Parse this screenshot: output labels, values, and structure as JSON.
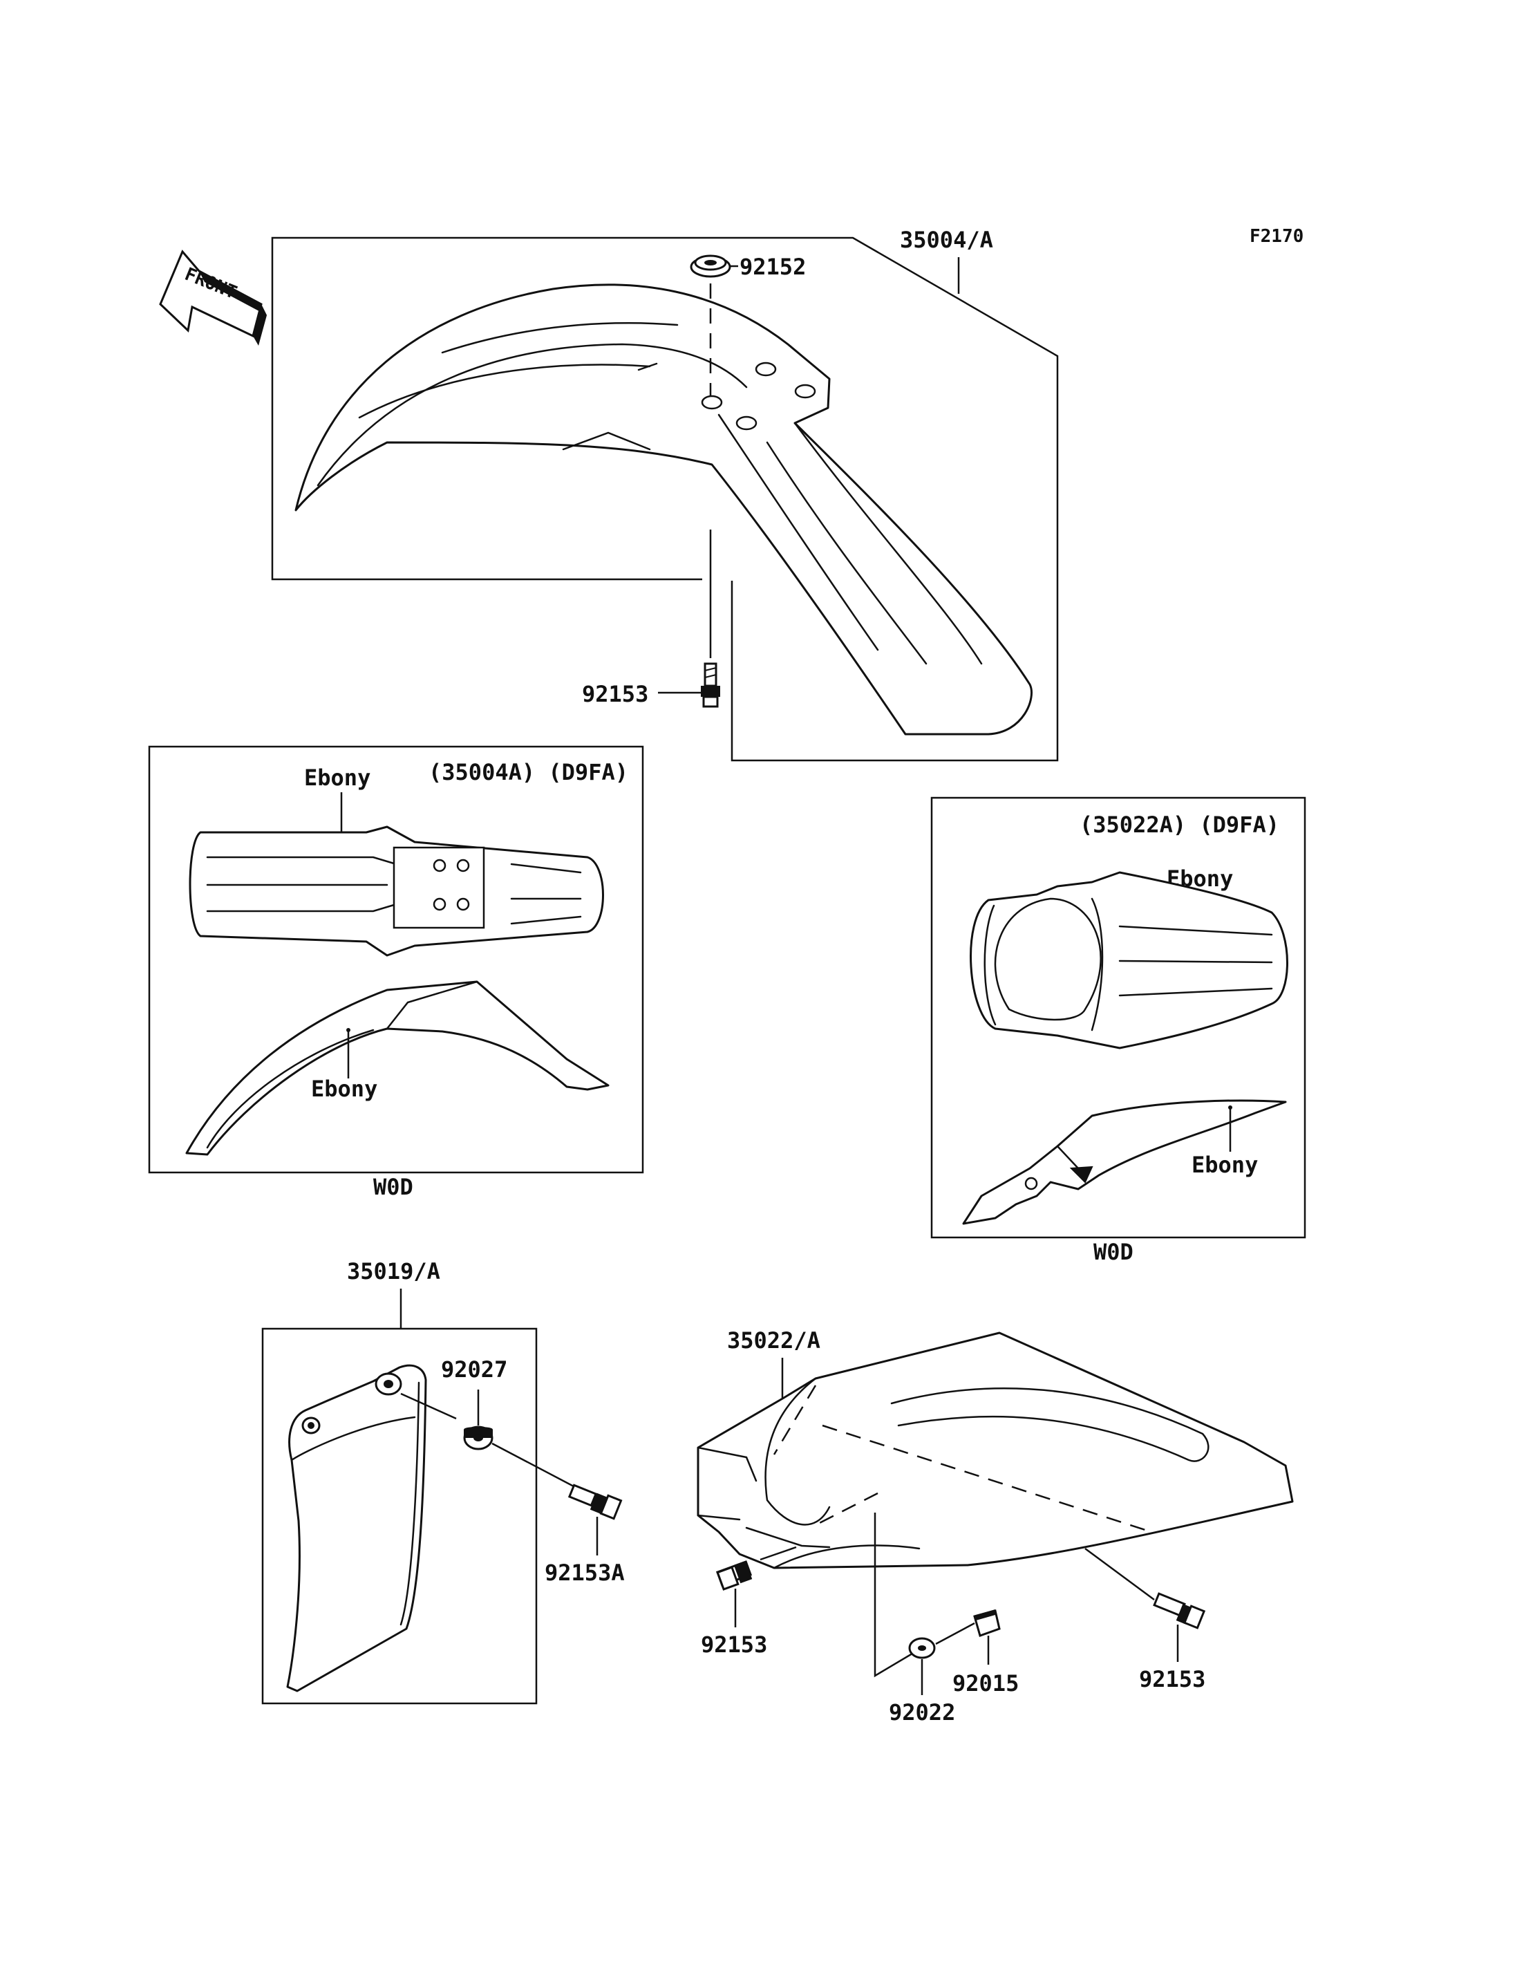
{
  "figure_code": "F2170",
  "front_arrow_label": "FRONT",
  "labels": {
    "front_fender_assembly": "35004/A",
    "front_fender_grommet": "92152",
    "front_fender_bolt": "92153",
    "front_variant_code": "(35004A) (D9FA)",
    "front_variant_color_top": "Ebony",
    "front_variant_color_side": "Ebony",
    "front_variant_model": "W0D",
    "rear_variant_code": "(35022A) (D9FA)",
    "rear_variant_color_top": "Ebony",
    "rear_variant_color_side": "Ebony",
    "rear_variant_model": "W0D",
    "side_cover": "35019/A",
    "side_cover_damper": "92027",
    "side_cover_bolt": "92153A",
    "rear_fender_assembly": "35022/A",
    "rear_fender_bolt_left": "92153",
    "rear_fender_bolt_right": "92153",
    "rear_fender_washer": "92022",
    "rear_fender_nut": "92015"
  }
}
